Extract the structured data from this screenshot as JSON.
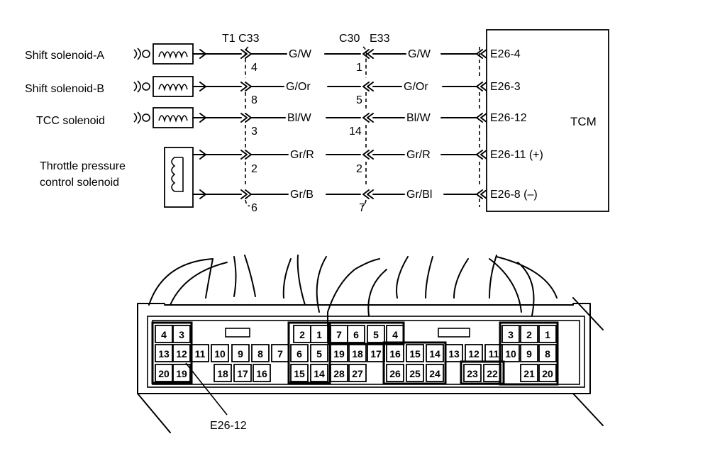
{
  "components": [
    {
      "label": "Shift solenoid-A"
    },
    {
      "label": "Shift solenoid-B"
    },
    {
      "label": "TCC solenoid"
    },
    {
      "label": "Throttle pressure\ncontrol solenoid"
    }
  ],
  "connectors": {
    "left": "T1 C33",
    "middle_c": "C30",
    "middle_e": "E33"
  },
  "circuits": [
    {
      "wire_left": "G/W",
      "pin_left": "4",
      "pin_mid": "1",
      "wire_right": "G/W",
      "tcm_pin": "E26-4"
    },
    {
      "wire_left": "G/Or",
      "pin_left": "8",
      "pin_mid": "5",
      "wire_right": "G/Or",
      "tcm_pin": "E26-3"
    },
    {
      "wire_left": "Bl/W",
      "pin_left": "3",
      "pin_mid": "14",
      "wire_right": "Bl/W",
      "tcm_pin": "E26-12"
    },
    {
      "wire_left": "Gr/R",
      "pin_left": "2",
      "pin_mid": "2",
      "wire_right": "Gr/R",
      "tcm_pin": "E26-11 (+)"
    },
    {
      "wire_left": "Gr/B",
      "pin_left": "6",
      "pin_mid": "7",
      "wire_right": "Gr/Bl",
      "tcm_pin": "E26-8 (–)"
    }
  ],
  "tcm_label": "TCM",
  "connector_pins": {
    "row1": [
      "4",
      "3",
      "2",
      "1",
      "7",
      "6",
      "5",
      "4",
      "3",
      "2",
      "1"
    ],
    "row2": [
      "13",
      "12",
      "11",
      "10",
      "9",
      "8",
      "7",
      "6",
      "5",
      "19",
      "18",
      "17",
      "16",
      "15",
      "14",
      "13",
      "12",
      "11",
      "10",
      "9",
      "8"
    ],
    "row3": [
      "20",
      "19",
      "18",
      "17",
      "16",
      "15",
      "14",
      "28",
      "27",
      "26",
      "25",
      "24",
      "23",
      "22",
      "21",
      "20"
    ]
  },
  "callout": "E26-12"
}
